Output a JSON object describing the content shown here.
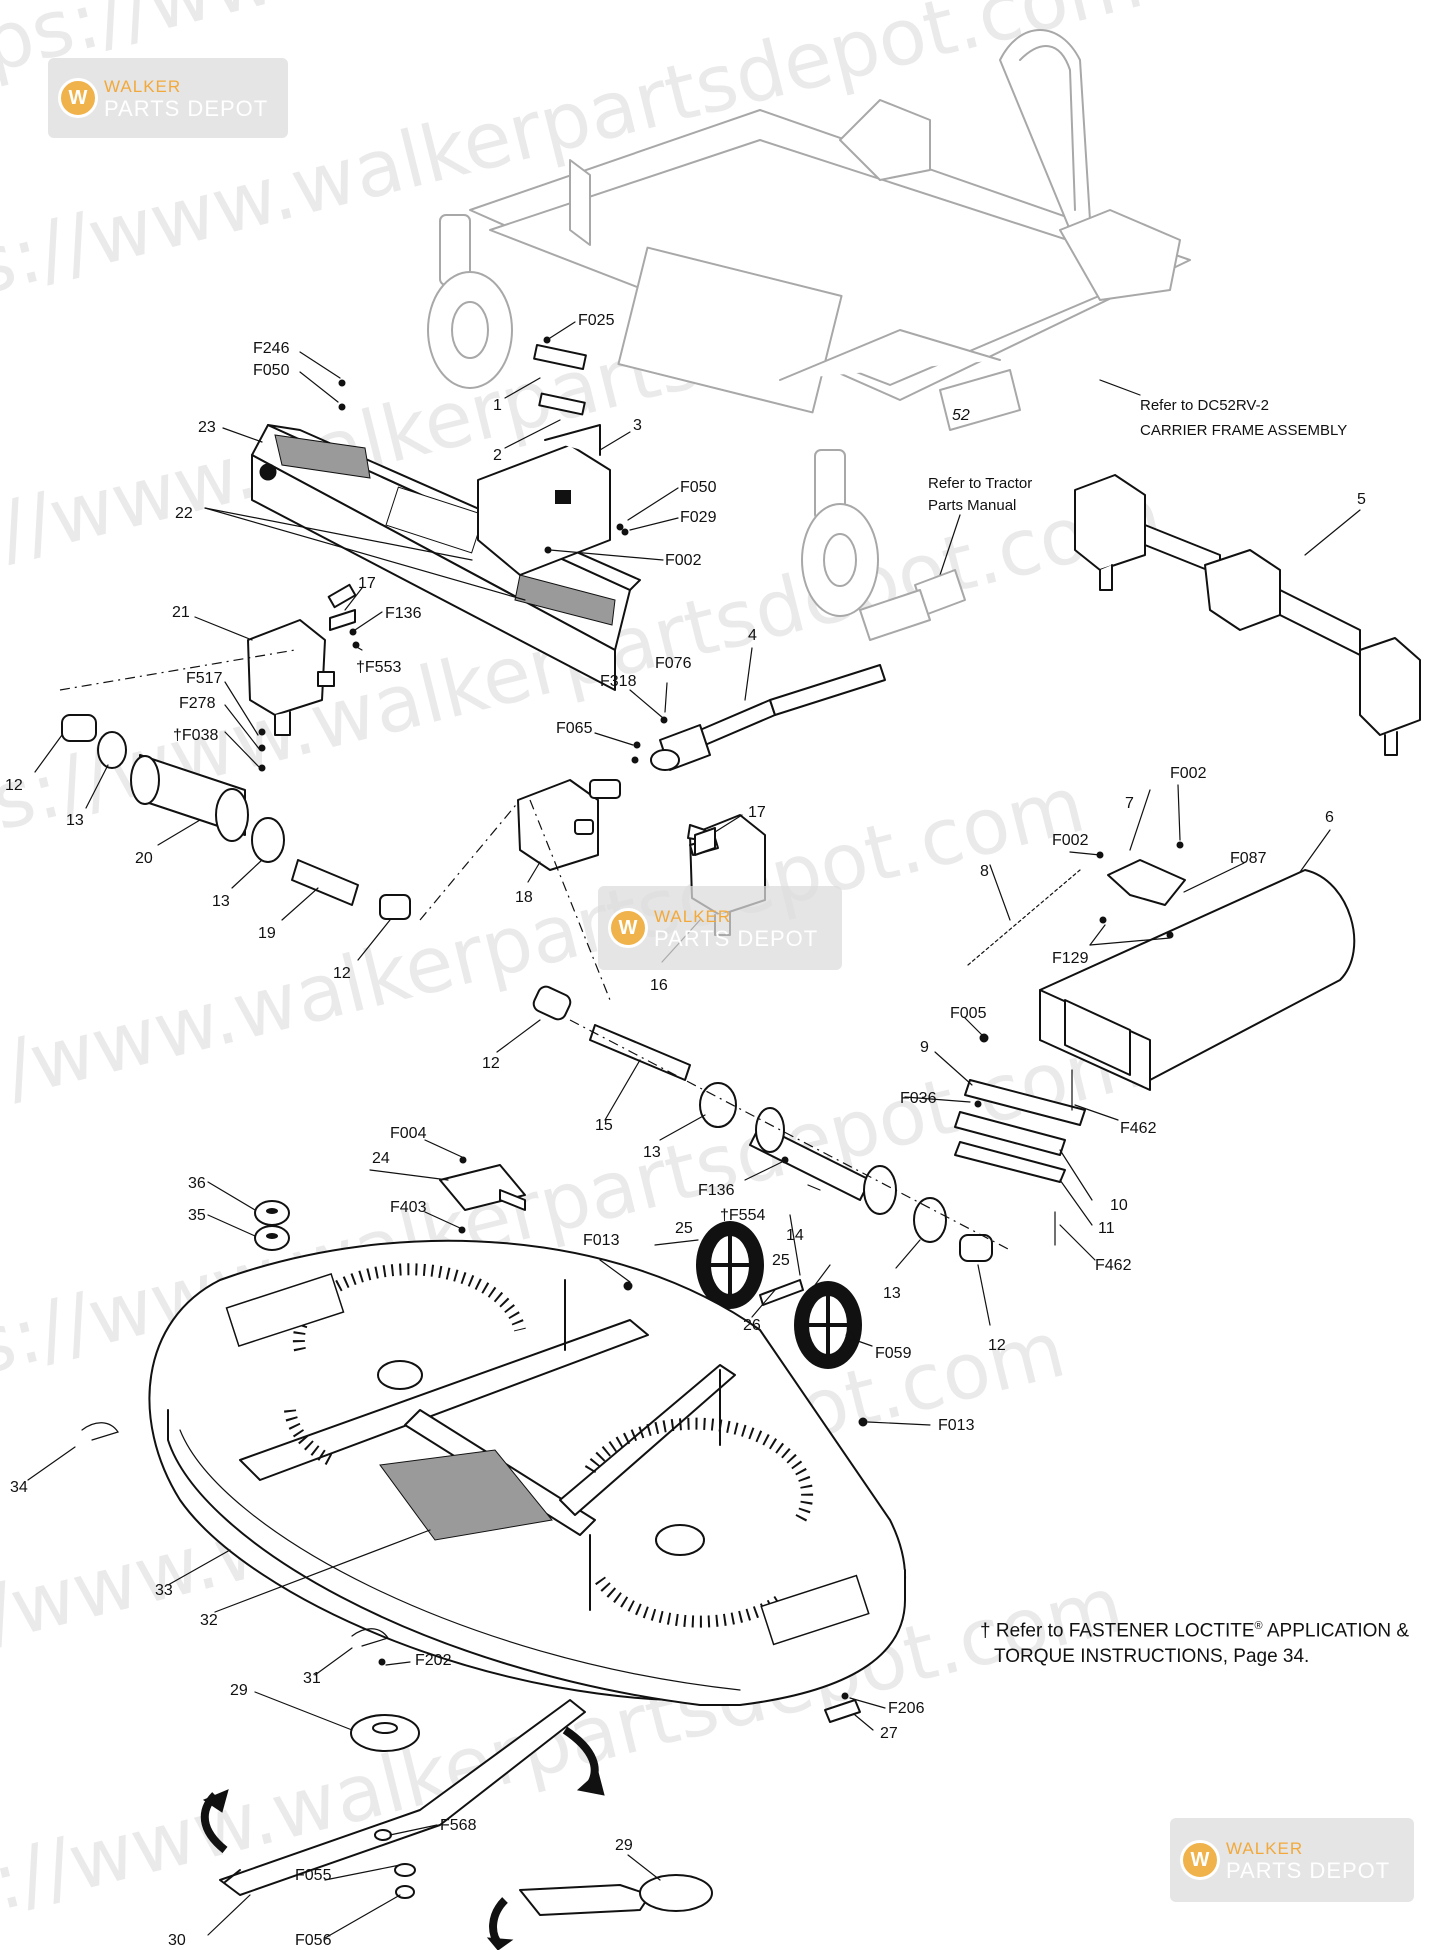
{
  "watermark": {
    "site": "https://www.walkerpartsdepot.com",
    "logo_top": "WALKER",
    "logo_bottom": "PARTS DEPOT"
  },
  "references": {
    "carrier_frame": [
      "Refer to DC52RV-2",
      "CARRIER FRAME ASSEMBLY"
    ],
    "tractor": [
      "Refer to Tractor",
      "Parts Manual"
    ]
  },
  "footnote": {
    "marker": "†",
    "line1_before": "Refer to FASTENER LOCTITE",
    "line1_reg": "®",
    "line1_after": " APPLICATION &",
    "line2": "TORQUE INSTRUCTIONS, Page 34."
  },
  "frame_badge": "52",
  "callouts": [
    "F246",
    "F050",
    "F025",
    "1",
    "2",
    "3",
    "23",
    "22",
    "F050",
    "F029",
    "F002",
    "17",
    "F136",
    "†F553",
    "21",
    "F517",
    "F278",
    "†F038",
    "12",
    "13",
    "20",
    "13",
    "19",
    "12",
    "18",
    "F318",
    "F076",
    "F065",
    "4",
    "5",
    "17",
    "16",
    "12",
    "15",
    "13",
    "F004",
    "24",
    "F403",
    "36",
    "35",
    "F136",
    "†F554",
    "25",
    "25",
    "26",
    "14",
    "13",
    "12",
    "F013",
    "F059",
    "F013",
    "7",
    "F002",
    "F002",
    "F087",
    "6",
    "8",
    "F129",
    "F005",
    "9",
    "F036",
    "F462",
    "10",
    "11",
    "F462",
    "34",
    "33",
    "32",
    "31",
    "F202",
    "29",
    "F206",
    "27",
    "F568",
    "F055",
    "30",
    "F056",
    "29"
  ]
}
